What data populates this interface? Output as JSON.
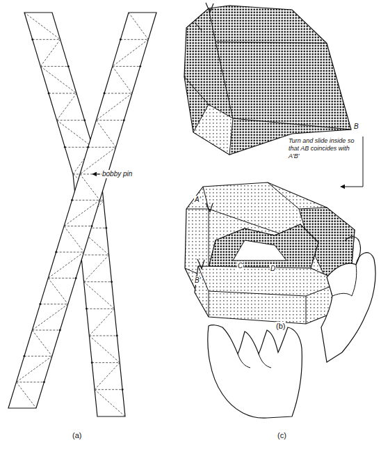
{
  "diagram": {
    "labels": [
      "bobby pin",
      "(a)",
      "Turn and slide inside so that AB coincides with A'B'",
      "B",
      "A'",
      "B'",
      "(b)",
      "C",
      "D",
      "(c)"
    ]
  }
}
